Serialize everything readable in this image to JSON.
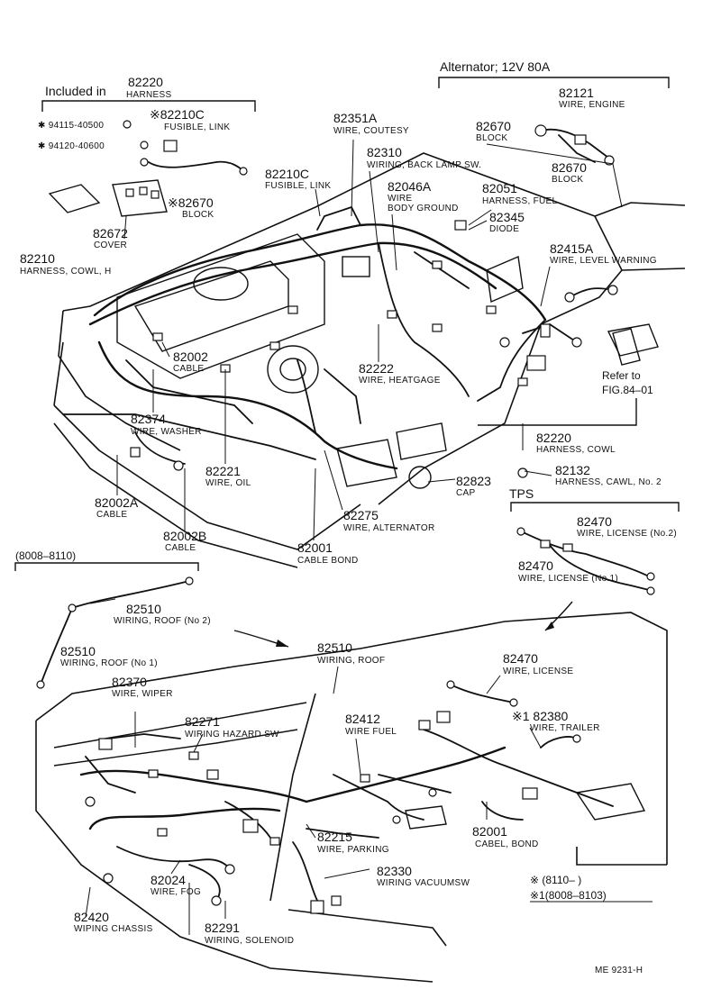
{
  "header": {
    "alternator": "Alternator; 12V 80A",
    "included_in": "Included in",
    "harness_num": "82220",
    "harness_desc": "HARNESS",
    "tps": "TPS",
    "range_8008": "(8008–8110)",
    "refer_line1": "Refer to",
    "refer_line2": "FIG.84–01",
    "legend_1": "※  (8110–        )",
    "legend_2": "※1(8008–8103)",
    "footer_code": "ME  9231-H"
  },
  "parts": [
    {
      "num": "✱ 94115-40500",
      "desc": ""
    },
    {
      "num": "✱ 94120-40600",
      "desc": ""
    },
    {
      "num": "※82210C",
      "desc": "FUSIBLE, LINK"
    },
    {
      "num": "※82670",
      "desc": "BLOCK"
    },
    {
      "num": "82672",
      "desc": "COVER"
    },
    {
      "num": "82210",
      "desc": "HARNESS, COWL, H"
    },
    {
      "num": "82210C",
      "desc": "FUSIBLE, LINK"
    },
    {
      "num": "82351A",
      "desc": "WIRE, COUTESY"
    },
    {
      "num": "82310",
      "desc": "WIRING, BACK LAMP SW."
    },
    {
      "num": "82046A",
      "desc": "WIRE"
    },
    {
      "num": "",
      "desc": "BODY GROUND"
    },
    {
      "num": "82051",
      "desc": "HARNESS, FUEL"
    },
    {
      "num": "82345",
      "desc": "DIODE"
    },
    {
      "num": "82121",
      "desc": "WIRE, ENGINE"
    },
    {
      "num": "82670",
      "desc": "BLOCK"
    },
    {
      "num": "82670",
      "desc": "BLOCK"
    },
    {
      "num": "82415A",
      "desc": "WIRE, LEVEL WARNING"
    },
    {
      "num": "82002",
      "desc": "CABLE"
    },
    {
      "num": "82374",
      "desc": "WIRE, WASHER"
    },
    {
      "num": "82222",
      "desc": "WIRE, HEATGAGE"
    },
    {
      "num": "82220",
      "desc": "HARNESS, COWL"
    },
    {
      "num": "82132",
      "desc": "HARNESS, CAWL, No. 2"
    },
    {
      "num": "82221",
      "desc": "WIRE, OIL"
    },
    {
      "num": "82823",
      "desc": "CAP"
    },
    {
      "num": "82002A",
      "desc": "CABLE"
    },
    {
      "num": "82275",
      "desc": "WIRE, ALTERNATOR"
    },
    {
      "num": "82002B",
      "desc": "CABLE"
    },
    {
      "num": "82001",
      "desc": "CABLE BOND"
    },
    {
      "num": "82470",
      "desc": "WIRE, LICENSE (No.2)"
    },
    {
      "num": "82470",
      "desc": "WIRE, LICENSE (No.1)"
    },
    {
      "num": "82510",
      "desc": "WIRING, ROOF (No 2)"
    },
    {
      "num": "82510",
      "desc": "WIRING, ROOF (No 1)"
    },
    {
      "num": "82510",
      "desc": "WIRING, ROOF"
    },
    {
      "num": "82470",
      "desc": "WIRE, LICENSE"
    },
    {
      "num": "82370",
      "desc": "WIRE, WIPER"
    },
    {
      "num": "※1 82380",
      "desc": "WIRE, TRAILER"
    },
    {
      "num": "82271",
      "desc": "WIRING HAZARD SW"
    },
    {
      "num": "82412",
      "desc": "WIRE FUEL"
    },
    {
      "num": "82001",
      "desc": "CABEL, BOND"
    },
    {
      "num": "82215",
      "desc": "WIRE, PARKING"
    },
    {
      "num": "82024",
      "desc": "WIRE, FOG"
    },
    {
      "num": "82330",
      "desc": "WIRING VACUUMSW"
    },
    {
      "num": "82420",
      "desc": "WIPING  CHASSIS"
    },
    {
      "num": "82291",
      "desc": "WIRING, SOLENOID"
    }
  ]
}
